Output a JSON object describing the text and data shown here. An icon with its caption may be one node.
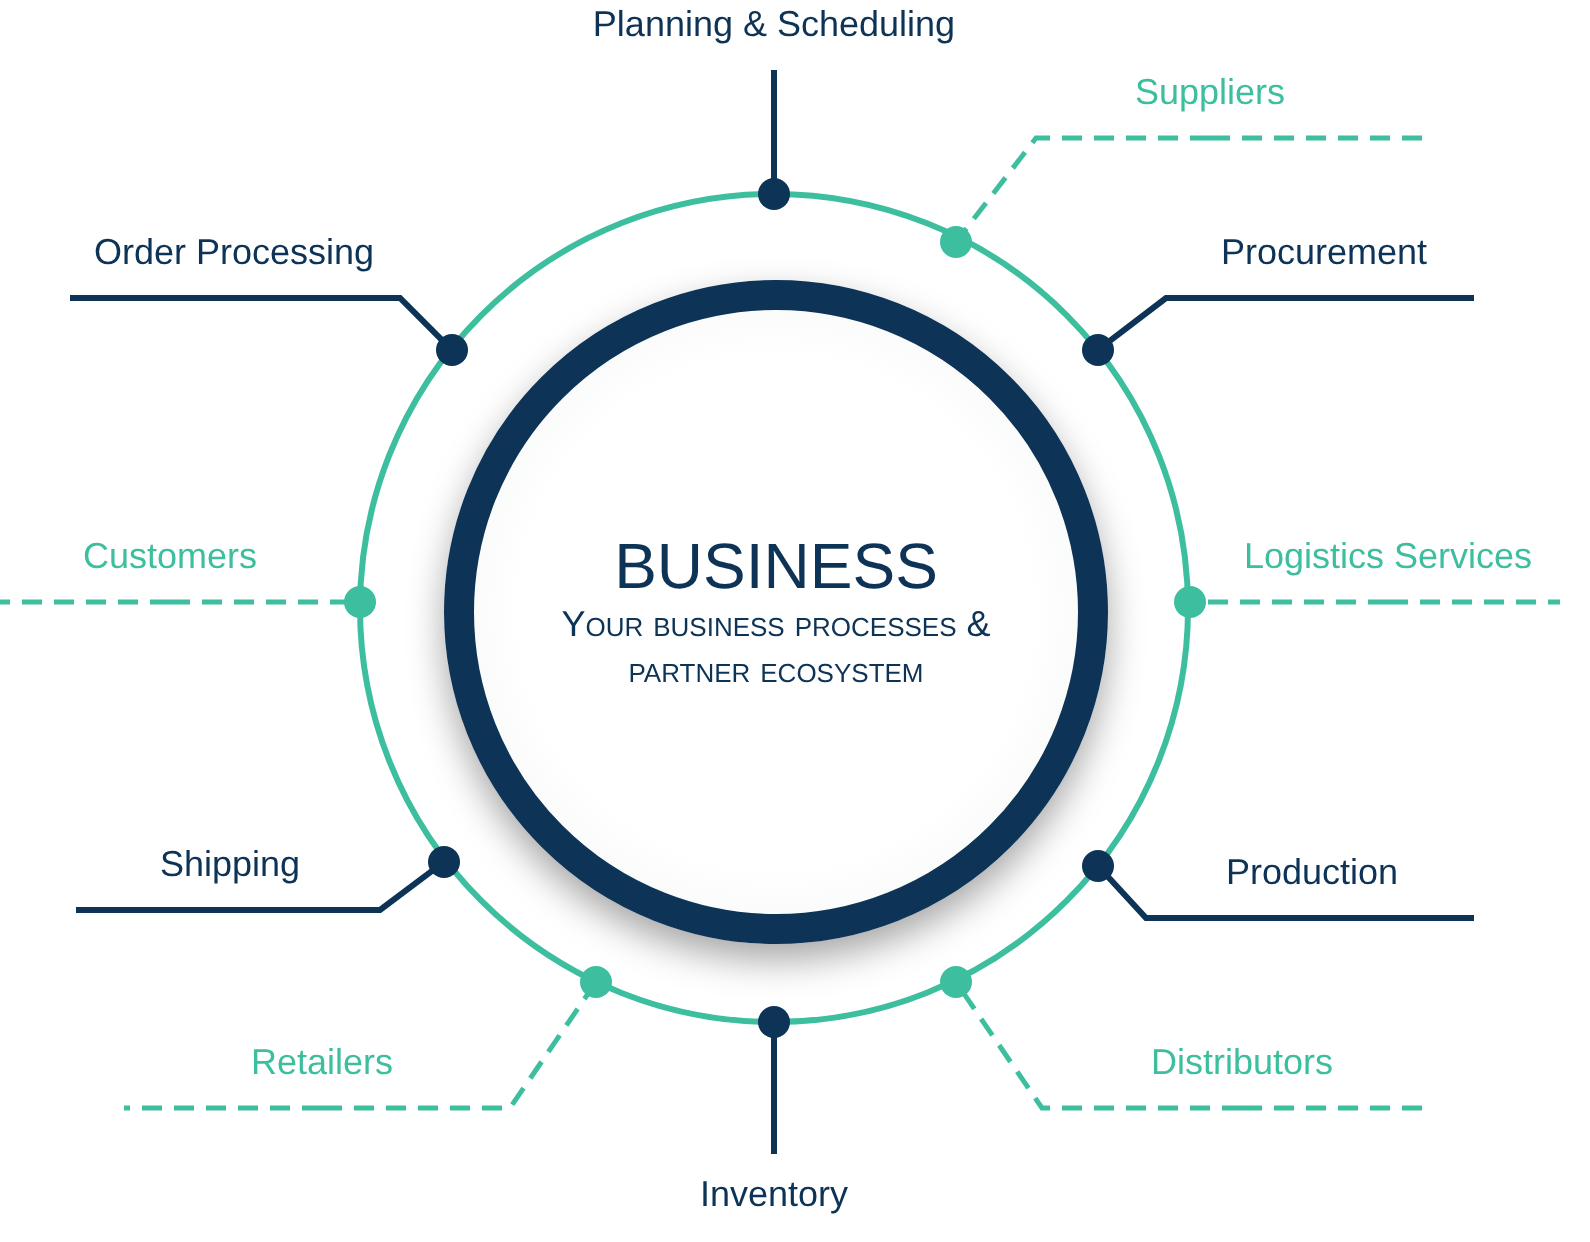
{
  "diagram": {
    "nodes": [
      {
        "text": [
          "BUSINESS",
          "Your business processes & partner ecosystem"
        ]
      },
      {
        "text": [
          "Planning & Scheduling"
        ]
      },
      {
        "text": [
          "Suppliers"
        ]
      },
      {
        "text": [
          "Order Processing"
        ]
      },
      {
        "text": [
          "Procurement"
        ]
      },
      {
        "text": [
          "Customers"
        ]
      },
      {
        "text": [
          "Logistics Services"
        ]
      },
      {
        "text": [
          "Shipping"
        ]
      },
      {
        "text": [
          "Production"
        ]
      },
      {
        "text": [
          "Retailers"
        ]
      },
      {
        "text": [
          "Distributors"
        ]
      },
      {
        "text": [
          "Inventory"
        ]
      },
      {
        "text": [],
        "shape": "circle"
      },
      {
        "text": [],
        "shape": "circle"
      },
      {
        "text": [],
        "shape": "circle"
      },
      {
        "text": [],
        "shape": "circle"
      },
      {
        "text": [],
        "shape": "circle"
      },
      {
        "text": [],
        "shape": "circle"
      },
      {
        "text": [],
        "shape": "circle"
      },
      {
        "text": [],
        "shape": "circle"
      },
      {
        "text": [],
        "shape": "circle"
      },
      {
        "text": [],
        "shape": "circle"
      },
      {
        "text": [],
        "shape": "circle"
      }
    ],
    "edges": [
      {
        "from": 1,
        "to": 12,
        "arrow": "none"
      },
      {
        "from": 2,
        "to": 13,
        "arrow": "none",
        "style": "dashed",
        "color": "#3dbf9f"
      },
      {
        "from": 3,
        "to": 14,
        "arrow": "none"
      },
      {
        "from": 4,
        "to": 15,
        "arrow": "none"
      },
      {
        "from": 5,
        "to": 16,
        "arrow": "none",
        "style": "dashed",
        "color": "#3dbf9f"
      },
      {
        "from": 6,
        "to": 17,
        "arrow": "none",
        "style": "dashed",
        "color": "#3dbf9f"
      },
      {
        "from": 7,
        "to": 18,
        "arrow": "none"
      },
      {
        "from": 8,
        "to": 19,
        "arrow": "none"
      },
      {
        "from": 9,
        "to": 20,
        "arrow": "none",
        "style": "dashed",
        "color": "#3dbf9f"
      },
      {
        "from": 10,
        "to": 21,
        "arrow": "none",
        "style": "dashed",
        "color": "#3dbf9f"
      },
      {
        "from": 11,
        "to": 22,
        "arrow": "none"
      }
    ]
  }
}
